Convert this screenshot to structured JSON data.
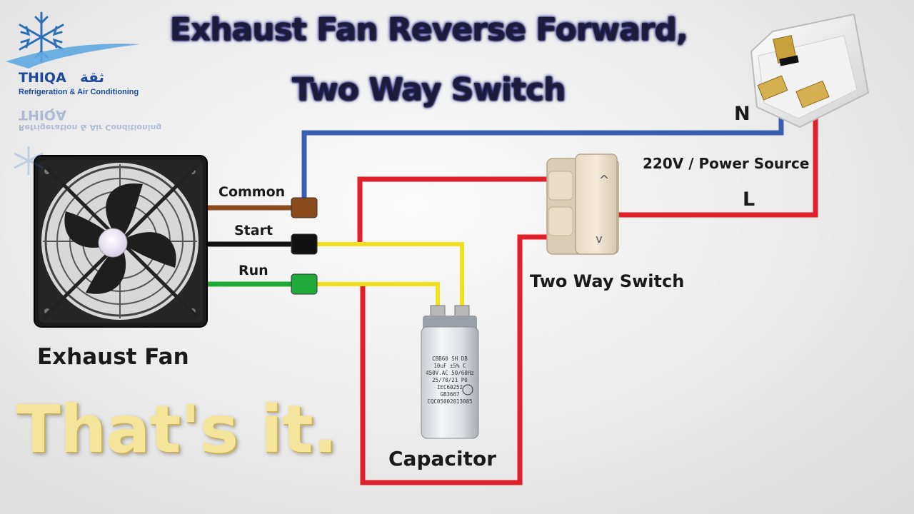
{
  "title": {
    "line1": "Exhaust Fan Reverse Forward,",
    "line2": "Two Way Switch"
  },
  "brand": {
    "name": "THIQA",
    "arabic": "ثقة",
    "subtitle": "Refrigeration & Air Conditioning",
    "icon": "snowflake-icon"
  },
  "labels": {
    "fan": "Exhaust Fan",
    "common": "Common",
    "start": "Start",
    "run": "Run",
    "capacitor": "Capacitor",
    "switch": "Two Way Switch",
    "neutral": "N",
    "live": "L",
    "power": "220V / Power Source",
    "closing": "That's it."
  },
  "capacitor_text": [
    "CBB60 SH DB",
    "10uF ±5% C",
    "450V.AC 50/60Hz",
    "25/70/21 P0",
    "IEC60252",
    "GB3667",
    "CQC05002013085"
  ],
  "switch_symbols": {
    "up": "^",
    "down": "v"
  },
  "colors": {
    "neutral": "#3a5fb0",
    "live": "#e0202a",
    "common": "#8b4a1c",
    "start": "#111111",
    "run": "#1faa3a",
    "capacitor_lead": "#f0e020",
    "title_glow": "#3030a0",
    "closing": "#f5e59a",
    "brand": "#1f4a9a"
  }
}
